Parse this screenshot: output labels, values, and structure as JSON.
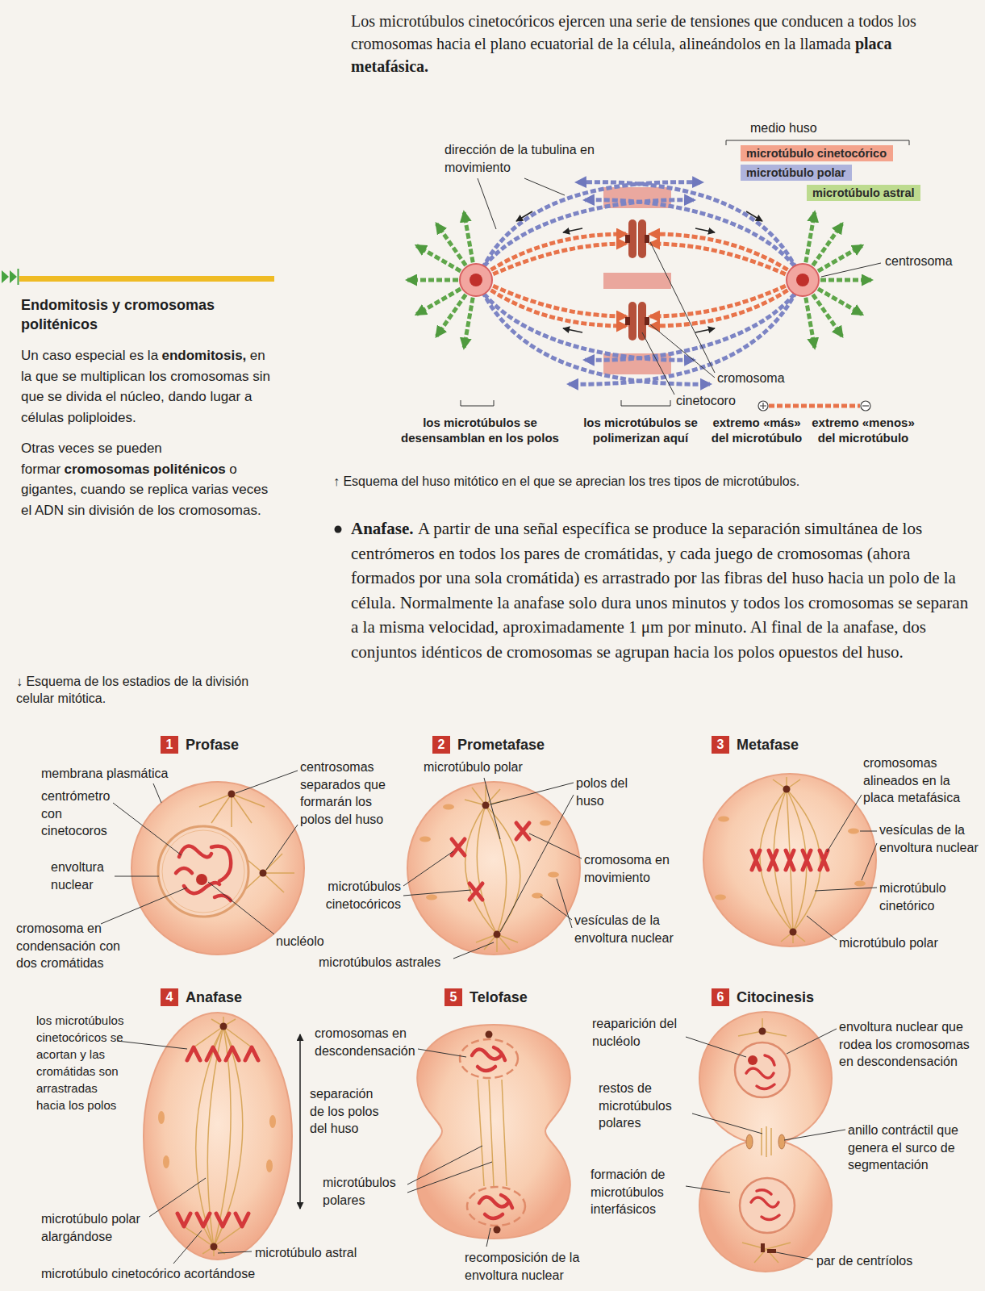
{
  "diagram": {
    "caption": "↑ Esquema del huso mitótico en el que se aprecian los tres tipos de microtúbulos.",
    "nodes": [
      {
        "text": [
          "1",
          "Profase"
        ]
      },
      {
        "text": [
          "2",
          "Prometafase"
        ]
      },
      {
        "text": [
          "3",
          "Metafase"
        ]
      },
      {
        "text": [
          "4",
          "Anafase"
        ]
      },
      {
        "text": [
          "5",
          "Telofase"
        ]
      },
      {
        "text": [
          "6",
          "Citocinesis"
        ]
      }
    ],
    "labels": [
      "Los microtúbulos cinetocóricos ejercen una serie de tensiones que conducen a todos los cromosomas hacia el plano ecuatorial de la célula, alineándolos en la llamada",
      "placa metafásica.",
      "medio huso",
      "dirección de la tubulina en movimiento",
      "centrosoma",
      "cromosoma",
      "cinetocoro",
      "los microtúbulos se desensamblan en los polos",
      "los microtúbulos se polimerizan aquí",
      "extremo «más» del microtúbulo",
      "extremo «menos» del microtúbulo",
      "Endomitosis y cromosomas politénicos",
      "Un caso especial es la",
      "endomitosis,",
      "en la que se multiplican los cromosomas sin que se divida el núcleo, dando lugar a células poliploides.",
      "Otras veces se pueden formar",
      "cromosomas politénicos",
      "o gigantes, cuando se replica varias veces el ADN sin división de los cromosomas.",
      "Anafase.",
      "A partir de una señal específica se produce la separación simultánea de los centrómeros en todos los pares de cromátidas, y cada juego de cromosomas (ahora formados por una sola cromátida) es arrastrado por las fibras del huso hacia un polo de la célula. Normalmente la anafase solo dura unos minutos y todos los cromosomas se separan a la misma velocidad, aproximadamente 1 μm por minuto. Al final de la anafase, dos conjuntos idénticos de cromosomas se agrupan hacia los polos opuestos del huso.",
      "↓ Esquema de los estadios de la división celular mitótica.",
      "membrana plasmática",
      "centrómetro con cinetocoros",
      "envoltura nuclear",
      "cromosoma en condensación con dos cromátidas",
      "nucléolo",
      "centrosomas separados que formarán los polos del huso",
      "microtúbulo polar",
      "polos del huso",
      "cromosoma en movimiento",
      "microtúbulos cinetocóricos",
      "vesículas de la envoltura nuclear",
      "microtúbulos astrales",
      "cromosomas alineados en la placa metafásica",
      "vesículas de la envoltura nuclear",
      "microtúbulo cinetórico",
      "microtúbulo polar",
      "los microtúbulos cinetocóricos se acortan y las cromátidas son arrastradas hacia los polos",
      "separación de los polos del huso",
      "microtúbulo polar alargándose",
      "microtúbulo astral",
      "microtúbulo cinetocórico acortándose",
      "cromosomas en descondensación",
      "microtúbulos polares",
      "recomposición de la envoltura nuclear",
      "reaparición del nucléolo",
      "restos de microtúbulos polares",
      "formación de microtúbulos interfásicos",
      "envoltura nuclear que rodea los cromosomas en descondensación",
      "anillo contráctil que genera el surco de segmentación",
      "par de centríolos"
    ],
    "legend": [
      {
        "text": "microtúbulo cinetocórico",
        "color": "#f4a38c"
      },
      {
        "text": "microtúbulo polar",
        "color": "#aeb3dc"
      },
      {
        "text": "microtúbulo astral",
        "color": "#bddb8f"
      }
    ]
  }
}
